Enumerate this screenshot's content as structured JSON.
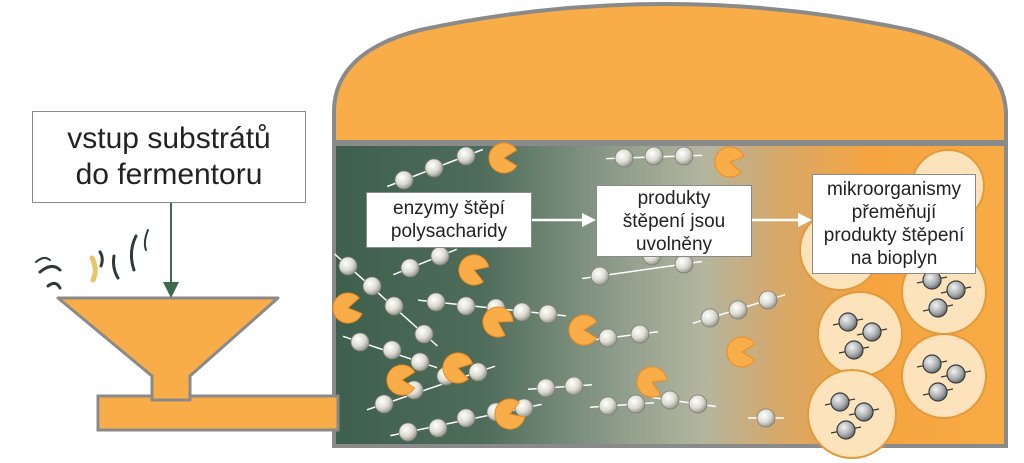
{
  "labels": {
    "input": [
      "vstup substrátů",
      "do fermentoru"
    ],
    "enzymes": [
      "enzymy štěpí",
      "polysacharidy"
    ],
    "products": [
      "produkty",
      "štěpení jsou",
      "uvolněny"
    ],
    "microbes": [
      "mikroorganismy",
      "přeměňují",
      "produkty štěpení",
      "na bioplyn"
    ]
  },
  "colors": {
    "orange": "#f8ad49",
    "outline": "#8a8a8a",
    "dark_green": "#3f5f4e",
    "pearl": "#e4e4dc",
    "bubble": "#fce3bc"
  }
}
